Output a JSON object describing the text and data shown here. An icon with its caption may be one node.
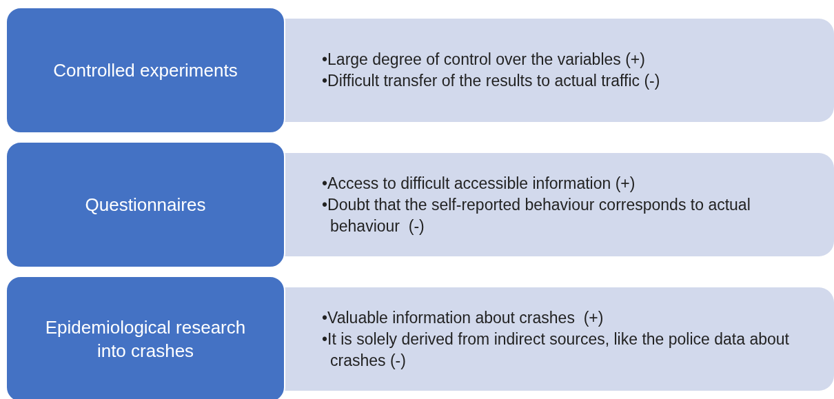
{
  "diagram": {
    "nodes": [
      {
        "text": [
          "Controlled experiments"
        ]
      },
      {
        "text": [
          "•Large degree of control over the variables (+)",
          "•Difficult transfer of the results to actual traffic (-)"
        ]
      },
      {
        "text": [
          "Questionnaires"
        ]
      },
      {
        "text": [
          "•Access to difficult accessible information (+)",
          "•Doubt that the self-reported behaviour corresponds to actual behaviour  (-)"
        ]
      },
      {
        "text": [
          "Epidemiological research into crashes"
        ]
      },
      {
        "text": [
          "•Valuable information about crashes  (+)",
          "•It is solely derived from indirect sources, like the police data about crashes (-)"
        ]
      }
    ]
  }
}
